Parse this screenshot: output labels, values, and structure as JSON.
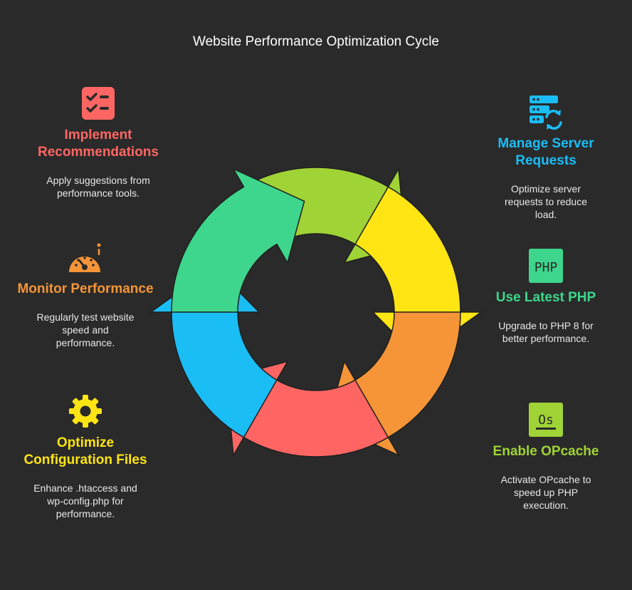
{
  "title": "Website Performance Optimization Cycle",
  "steps": [
    {
      "id": "implement",
      "heading": "Implement Recommendations",
      "description": "Apply suggestions from performance tools.",
      "color": "#ff6663",
      "icon": "checklist-icon"
    },
    {
      "id": "server",
      "heading": "Manage Server Requests",
      "description": "Optimize server requests to reduce load.",
      "color": "#1bbdf5",
      "icon": "server-sync-icon"
    },
    {
      "id": "php",
      "heading": "Use Latest PHP",
      "description": "Upgrade to PHP 8 for better performance.",
      "color": "#3dd68c",
      "icon": "php-icon",
      "icon_text": "PHP"
    },
    {
      "id": "opcache",
      "heading": "Enable OPcache",
      "description": "Activate OPcache to speed up PHP execution.",
      "color": "#a0d336",
      "icon": "opcache-icon",
      "icon_text": "Os"
    },
    {
      "id": "config",
      "heading": "Optimize Configuration Files",
      "description": "Enhance .htaccess and wp-config.php for performance.",
      "color": "#ffe514",
      "icon": "gear-icon"
    },
    {
      "id": "monitor",
      "heading": "Monitor Performance",
      "description": "Regularly test website speed and performance.",
      "color": "#f59538",
      "icon": "speedometer-icon"
    }
  ]
}
